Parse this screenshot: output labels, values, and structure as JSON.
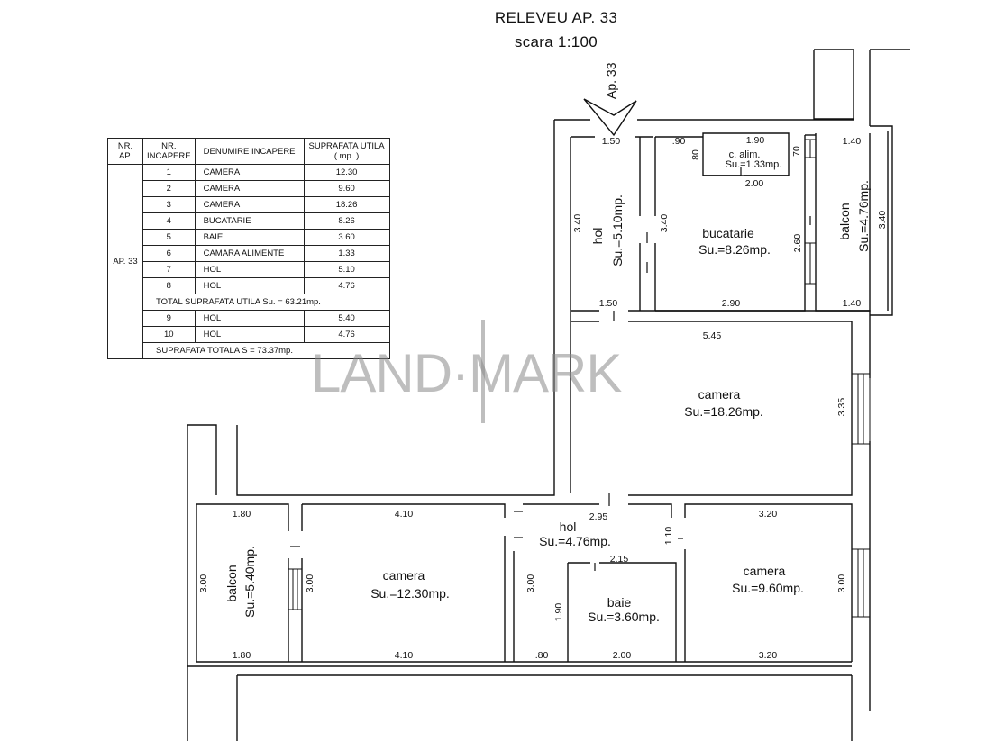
{
  "title": "RELEVEU AP. 33",
  "scale": "scara 1:100",
  "entrance_label": "Ap. 33",
  "watermark": "LAND·MARK",
  "legend": {
    "headers": [
      "NR. AP.",
      "NR. INCAPERE",
      "DENUMIRE INCAPERE",
      "SUPRAFATA UTILA ( mp. )"
    ],
    "apartment": "AP. 33",
    "rows": [
      {
        "nr": "1",
        "name": "CAMERA",
        "area": "12.30"
      },
      {
        "nr": "2",
        "name": "CAMERA",
        "area": "9.60"
      },
      {
        "nr": "3",
        "name": "CAMERA",
        "area": "18.26"
      },
      {
        "nr": "4",
        "name": "BUCATARIE",
        "area": "8.26"
      },
      {
        "nr": "5",
        "name": "BAIE",
        "area": "3.60"
      },
      {
        "nr": "6",
        "name": "CAMARA ALIMENTE",
        "area": "1.33"
      },
      {
        "nr": "7",
        "name": "HOL",
        "area": "5.10"
      },
      {
        "nr": "8",
        "name": "HOL",
        "area": "4.76"
      }
    ],
    "total_util": "TOTAL SUPRAFATA UTILA Su. = 63.21mp.",
    "rows2": [
      {
        "nr": "9",
        "name": "HOL",
        "area": "5.40"
      },
      {
        "nr": "10",
        "name": "HOL",
        "area": "4.76"
      }
    ],
    "total": "SUPRAFATA TOTALA S = 73.37mp."
  },
  "rooms": {
    "hol_top": {
      "name": "hol",
      "area": "Su.=5.10mp."
    },
    "bucatarie": {
      "name": "bucatarie",
      "area": "Su.=8.26mp."
    },
    "camara": {
      "name": "c. alim.",
      "area": "Su.=1.33mp."
    },
    "balcon_top": {
      "name": "balcon",
      "area": "Su.=4.76mp."
    },
    "camera_big": {
      "name": "camera",
      "area": "Su.=18.26mp."
    },
    "hol_mid": {
      "name": "hol",
      "area": "Su.=4.76mp."
    },
    "camera_left": {
      "name": "camera",
      "area": "Su.=12.30mp."
    },
    "balcon_left": {
      "name": "balcon",
      "area": "Su.=5.40mp."
    },
    "baie": {
      "name": "baie",
      "area": "Su.=3.60mp."
    },
    "camera_right": {
      "name": "camera",
      "area": "Su.=9.60mp."
    }
  },
  "dims": {
    "d_150a": "1.50",
    "d_090": ".90",
    "d_190": "1.90",
    "d_140a": "1.40",
    "d_080": "80",
    "d_070": "70",
    "d_200a": "2.00",
    "d_340a": "3.40",
    "d_340b": "3.40",
    "d_340c": "3.40",
    "d_260": "2.60",
    "d_150b": "1.50",
    "d_290": "2.90",
    "d_140b": "1.40",
    "d_545": "5.45",
    "d_335": "3.35",
    "d_180a": "1.80",
    "d_410a": "4.10",
    "d_295": "2.95",
    "d_320a": "3.20",
    "d_110": "1.10",
    "d_215": "2.15",
    "d_300a": "3.00",
    "d_300b": "3.00",
    "d_300c": "3.00",
    "d_300d": "3.00",
    "d_190b": "1.90",
    "d_180b": "1.80",
    "d_410b": "4.10",
    "d_080b": ".80",
    "d_200b": "2.00",
    "d_320b": "3.20"
  }
}
